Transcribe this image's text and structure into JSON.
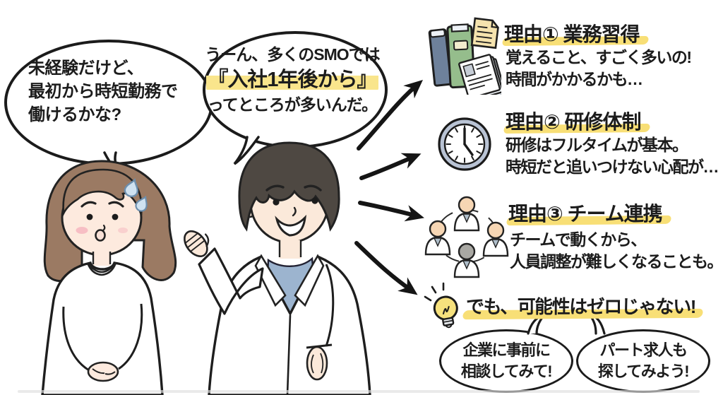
{
  "woman_bubble": {
    "lines": [
      "未経験だけど、",
      "最初から時短勤務で",
      "働けるかな?"
    ]
  },
  "doctor_bubble": {
    "line_before": "うーん、多くのSMOでは",
    "highlighted": "『入社1年後から』",
    "line_after": "ってところが多いんだ。"
  },
  "reasons": [
    {
      "icon": "books-and-documents-icon",
      "title": "理由① 業務習得",
      "body_lines": [
        "覚えること、すごく多いの!",
        "時間がかかるかも…"
      ]
    },
    {
      "icon": "clock-icon",
      "title": "理由② 研修体制",
      "body_lines": [
        "研修はフルタイムが基本。",
        "時短だと追いつけない心配が…"
      ]
    },
    {
      "icon": "team-circle-icon",
      "title": "理由③ チーム連携",
      "body_lines": [
        "チームで動くから、",
        "人員調整が難しくなることも。"
      ]
    }
  ],
  "conclusion": {
    "icon": "lightbulb-icon",
    "title": "でも、可能性はゼロじゃない!",
    "bubbles": [
      {
        "lines": [
          "企業に事前に",
          "相談してみて!"
        ]
      },
      {
        "lines": [
          "パート求人も",
          "探してみよう!"
        ]
      }
    ]
  },
  "characters": {
    "woman": "worried-woman-illustration",
    "doctor": "smiling-man-in-lab-coat-illustration"
  },
  "colors": {
    "ink": "#1b1b1b",
    "underline_yellow": "#F8DF76",
    "inline_highlight_yellow": "#F9E58C",
    "skin": "#FBE8D9",
    "woman_hair_brown": "#9B7A63",
    "doctor_hair_gray": "#4E4842",
    "shirt_blue": "#9CB4CF",
    "clock_rim_gray_blue": "#B9C3D4",
    "book_green": "#95BD8C",
    "book_blue": "#6E819B",
    "note_beige": "#F5E3AE",
    "bulb_yellow": "#F6E17D",
    "sweat_blue": "#CFE2F1",
    "gray_head": "#A9A8A3"
  }
}
